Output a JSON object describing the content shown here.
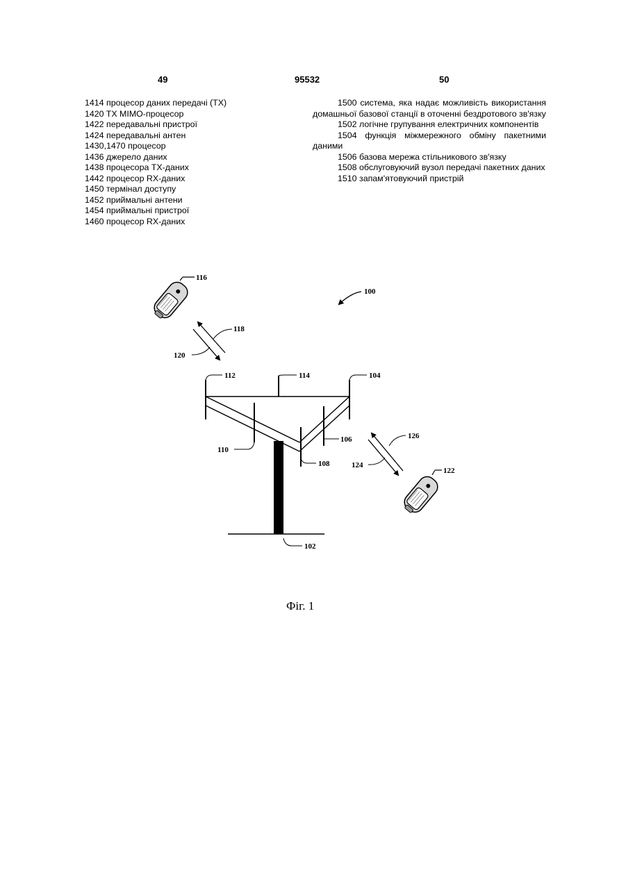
{
  "header": {
    "page_left": "49",
    "patent_number": "95532",
    "page_right": "50"
  },
  "left_column": {
    "items": [
      "1414 процесор даних передачі (TX)",
      "1420 TX MIMO-процесор",
      "1422 передавальні пристрої",
      "1424 передавальні антен",
      "1430,1470 процесор",
      "1436 джерело даних",
      "1438 процесора TX-даних",
      "1442 процесор RX-даних",
      "1450 термінал доступу",
      "1452 приймальні антени",
      "1454 приймальні пристрої",
      "1460 процесор RX-даних"
    ]
  },
  "right_column": {
    "items": [
      "1500 система, яка надає можливість використання домашньої базової станції в оточенні бездротового зв'язку",
      "1502 логічне групування електричних компонентів",
      "1504 функція міжмережного обміну пакетними даними",
      "1506 базова мережа стільникового зв'язку",
      "1508 обслуговуючий вузол передачі пакетних даних",
      "1510 запам'ятовуючий пристрій"
    ]
  },
  "figure": {
    "labels": {
      "l100": "100",
      "l102": "102",
      "l104": "104",
      "l106": "106",
      "l108": "108",
      "l110": "110",
      "l112": "112",
      "l114": "114",
      "l116": "116",
      "l118": "118",
      "l120": "120",
      "l122": "122",
      "l124": "124",
      "l126": "126"
    },
    "caption": "Фіг. 1"
  }
}
